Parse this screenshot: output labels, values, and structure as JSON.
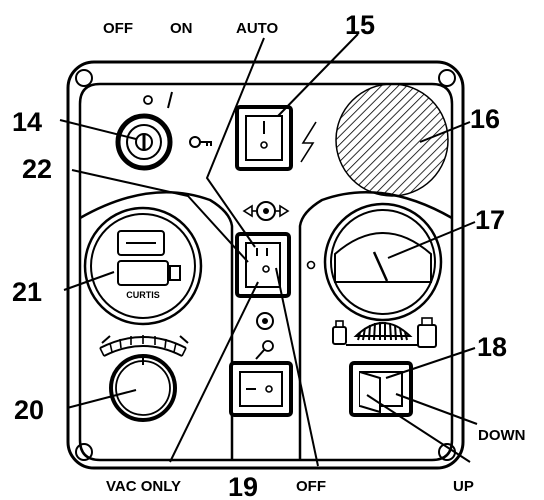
{
  "labels": {
    "off_top": "OFF",
    "on_top": "ON",
    "auto": "AUTO",
    "vac_only": "VAC ONLY",
    "off_bottom": "OFF",
    "down": "DOWN",
    "up": "UP",
    "curtis": "CURTIS"
  },
  "callouts": {
    "c14": "14",
    "c15": "15",
    "c16": "16",
    "c17": "17",
    "c18": "18",
    "c19": "19",
    "c20": "20",
    "c21": "21",
    "c22": "22"
  }
}
